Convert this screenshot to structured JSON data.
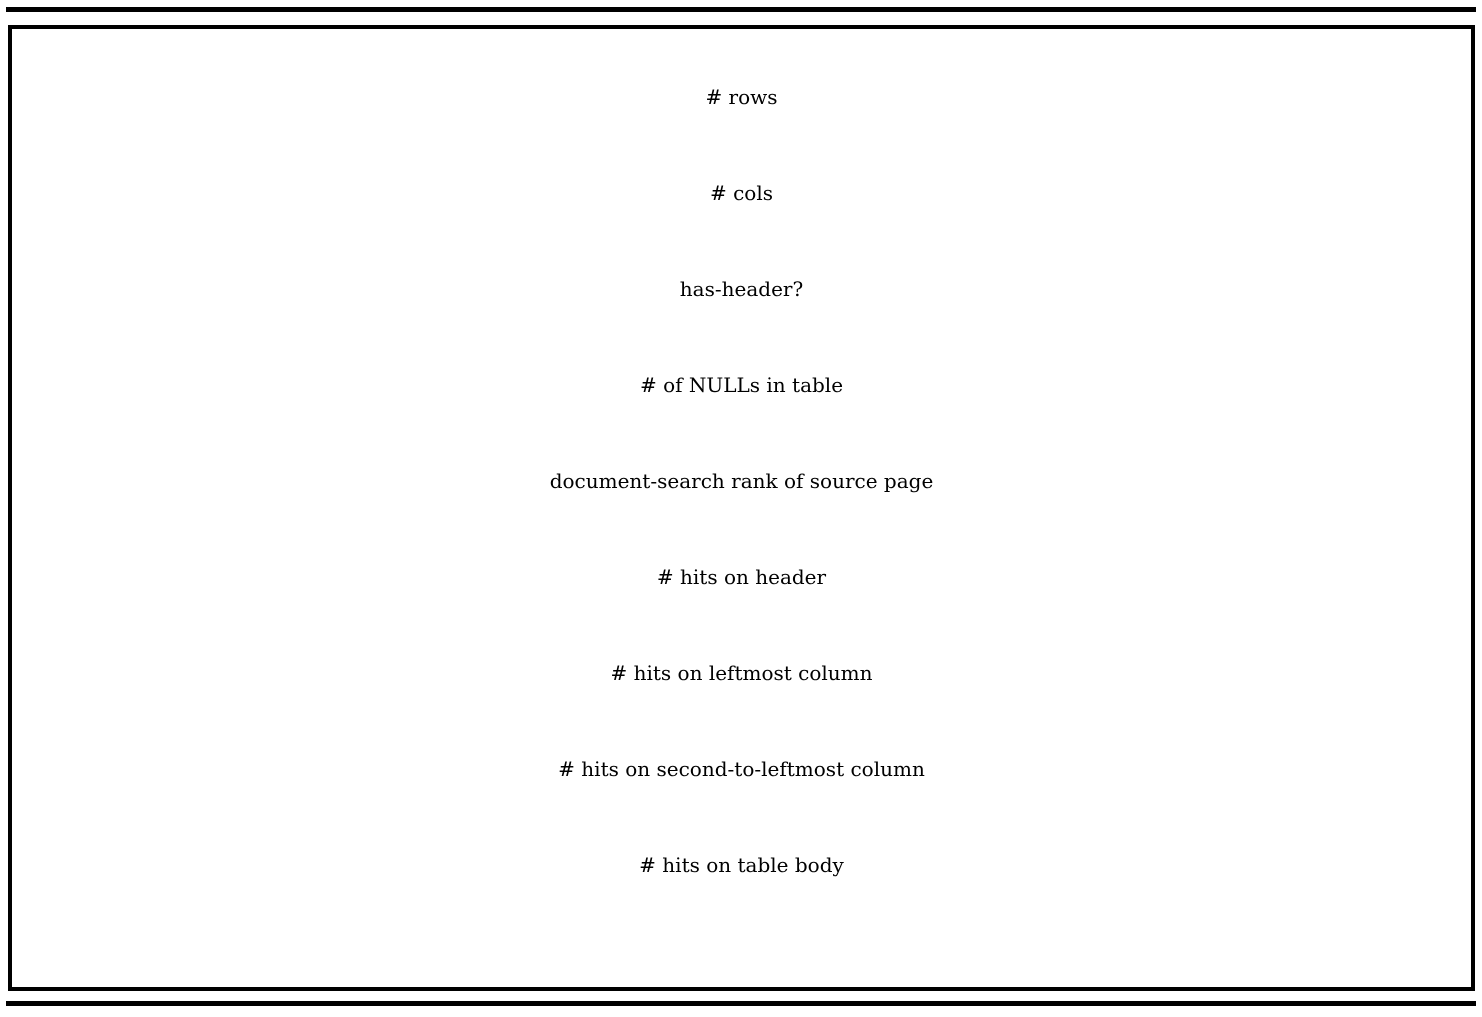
{
  "features": {
    "items": [
      {
        "text": "# rows"
      },
      {
        "text": "# cols"
      },
      {
        "text": "has-header?"
      },
      {
        "text": "# of NULLs in table"
      },
      {
        "text": "document-search rank of source page"
      },
      {
        "text": "# hits on header"
      },
      {
        "text": "# hits on leftmost column"
      },
      {
        "text": "# hits on second-to-leftmost column"
      },
      {
        "text": "# hits on table body"
      }
    ]
  }
}
